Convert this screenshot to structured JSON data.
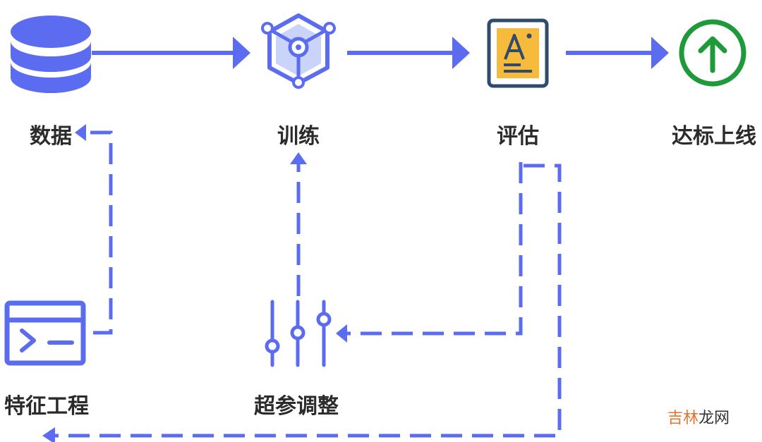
{
  "nodes": {
    "data": {
      "label": "数据",
      "icon": "database-icon"
    },
    "training": {
      "label": "训练",
      "icon": "model-cube-icon"
    },
    "evaluation": {
      "label": "评估",
      "icon": "evaluation-document-icon"
    },
    "launch": {
      "label": "达标上线",
      "icon": "arrow-up-circle-icon"
    },
    "feature_engineering": {
      "label": "特征工程",
      "icon": "terminal-window-icon"
    },
    "hyperparameter_tuning": {
      "label": "超参调整",
      "icon": "sliders-icon"
    }
  },
  "watermark": {
    "part1": "吉林",
    "part2": "龙网"
  },
  "colors": {
    "primary": "#5b6cf0",
    "label": "#2b2b2b",
    "doc_fill": "#f6bb3c",
    "doc_border": "#2f4a6a",
    "success": "#1f9a3a",
    "watermark_orange": "#e8742c",
    "watermark_dark": "#333333"
  }
}
